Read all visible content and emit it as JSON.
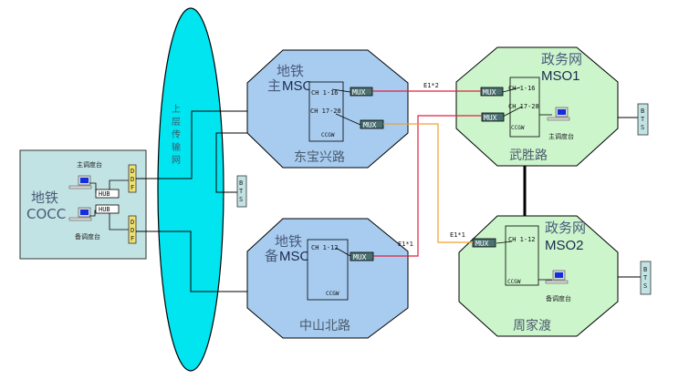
{
  "colors": {
    "cocc_fill": "#c2e3e3",
    "transport_fill": "#00e5f0",
    "metro_mso_fill": "#a8ccf0",
    "gov_mso_fill": "#ccf5cc",
    "mux_fill": "#4a7070",
    "bts_fill": "#c2e3e3",
    "ddf_fill": "#f0e070",
    "e1_red": "#e02040",
    "e1_orange": "#f0a030",
    "link_black": "#000000"
  },
  "cocc": {
    "title_cn": "地铁",
    "title_en": "COCC",
    "primary_console": "主调度台",
    "backup_console": "备调度台",
    "hub_label": "HUB",
    "ddf_label": [
      "D",
      "D",
      "F"
    ]
  },
  "transport": {
    "label": [
      "上",
      "层",
      "传",
      "输",
      "网"
    ]
  },
  "bts": {
    "label": [
      "B",
      "T",
      "S"
    ]
  },
  "metro_primary": {
    "title_cn": "地铁",
    "title_prefix": "主",
    "title_en": "MSO",
    "location": "东宝兴路",
    "ch_a": "CH 1-16",
    "ch_b": "CH 17-28",
    "ccgw": "CCGW",
    "mux": "MUX"
  },
  "metro_backup": {
    "title_cn": "地铁",
    "title_prefix": "备",
    "title_en": "MSO",
    "location": "中山北路",
    "ch_a": "CH 1-12",
    "ccgw": "CCGW",
    "mux": "MUX"
  },
  "gov_mso1": {
    "title_cn": "政务网",
    "title_en": "MSO1",
    "location": "武胜路",
    "ch_a": "CH 1-16",
    "ch_b": "CH 17-28",
    "ccgw": "CCGW",
    "mux": "MUX",
    "console": "主调度台"
  },
  "gov_mso2": {
    "title_cn": "政务网",
    "title_en": "MSO2",
    "location": "周家渡",
    "ch_a": "CH 1-12",
    "ccgw": "CCGW",
    "mux": "MUX",
    "console": "备调度台"
  },
  "links": {
    "e1x2": "E1*2",
    "e1x1_backup": "E1*1",
    "e1x1_gov2": "E1*1"
  }
}
